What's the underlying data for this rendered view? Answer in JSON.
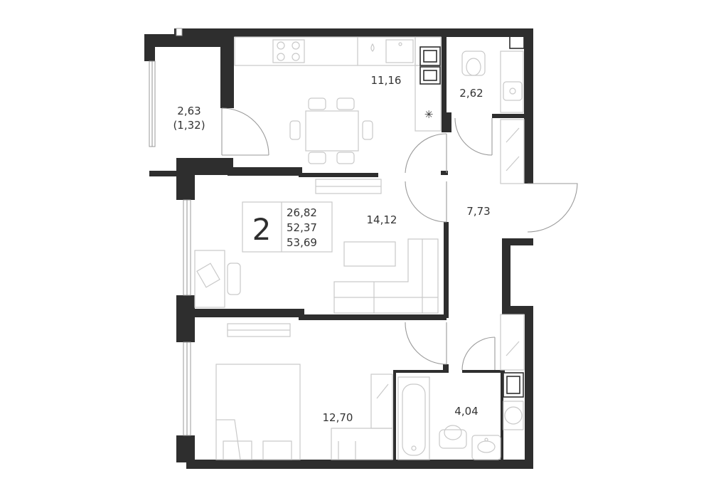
{
  "apartment": {
    "rooms": "2",
    "areas": [
      "26,82",
      "52,37",
      "53,69"
    ]
  },
  "room_areas": {
    "balcony": "2,63",
    "balcony_reduced": "(1,32)",
    "kitchen": "11,16",
    "wc": "2,62",
    "living": "14,12",
    "hall": "7,73",
    "bedroom": "12,70",
    "bathroom": "4,04"
  },
  "colors": {
    "wall": "#2e2e2e",
    "furniture": "#c9c9c9",
    "text": "#333333"
  }
}
